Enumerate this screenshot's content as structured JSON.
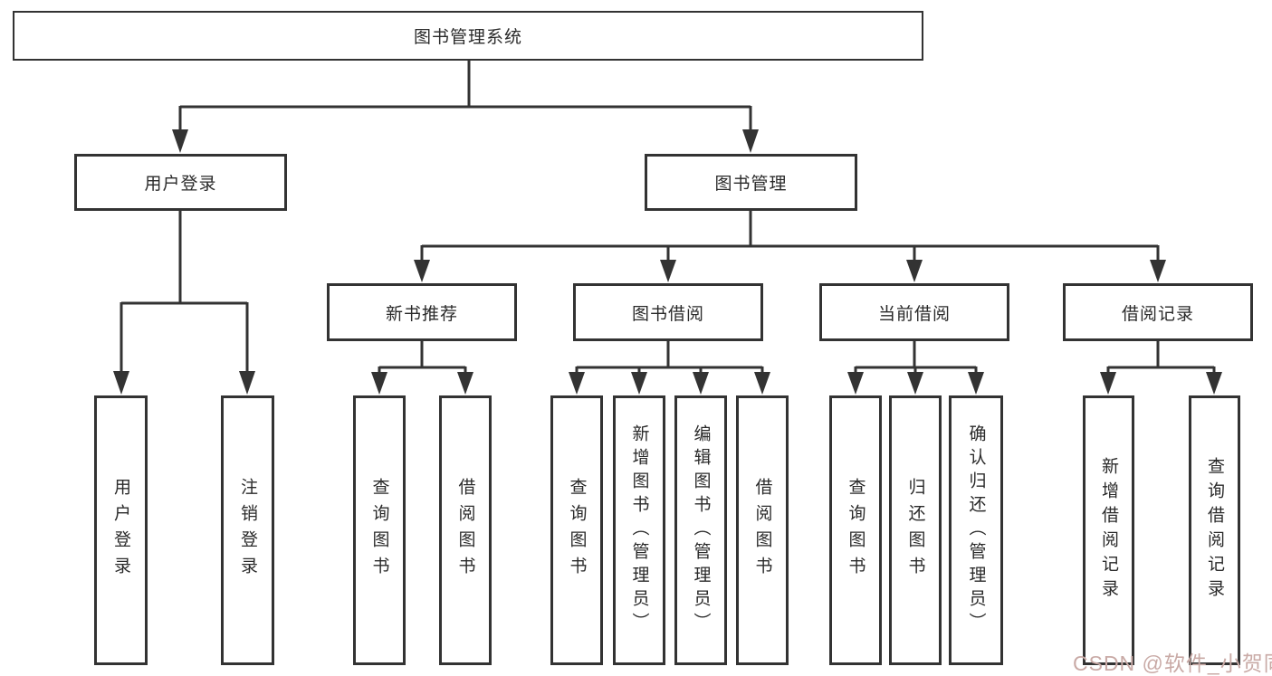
{
  "diagram": {
    "root": {
      "label": "图书管理系统"
    },
    "level2": {
      "user_login": {
        "label": "用户登录"
      },
      "book_management": {
        "label": "图书管理"
      }
    },
    "level3": {
      "new_book_recommend": {
        "label": "新书推荐"
      },
      "book_borrow": {
        "label": "图书借阅"
      },
      "current_borrow": {
        "label": "当前借阅"
      },
      "borrow_records": {
        "label": "借阅记录"
      }
    },
    "leaves": {
      "user_login": {
        "label": "用户登录"
      },
      "logout": {
        "label": "注销登录"
      },
      "nb_query_book": {
        "label": "查询图书"
      },
      "nb_borrow_book": {
        "label": "借阅图书"
      },
      "bb_query_book": {
        "label": "查询图书"
      },
      "bb_add_book": {
        "label": "新增图书（管理员）"
      },
      "bb_edit_book": {
        "label": "编辑图书（管理员）"
      },
      "bb_borrow_book": {
        "label": "借阅图书"
      },
      "cb_query_book": {
        "label": "查询图书"
      },
      "cb_return_book": {
        "label": "归还图书"
      },
      "cb_confirm_return": {
        "label": "确认归还（管理员）"
      },
      "br_add_record": {
        "label": "新增借阅记录"
      },
      "br_query_record": {
        "label": "查询借阅记录"
      }
    }
  },
  "watermark": {
    "text": "CSDN @软件_小贺同学",
    "color": "#c9aaa6"
  },
  "colors": {
    "line": "#333333",
    "box_border": "#333333",
    "text": "#2a2a2a",
    "background": "#ffffff"
  }
}
